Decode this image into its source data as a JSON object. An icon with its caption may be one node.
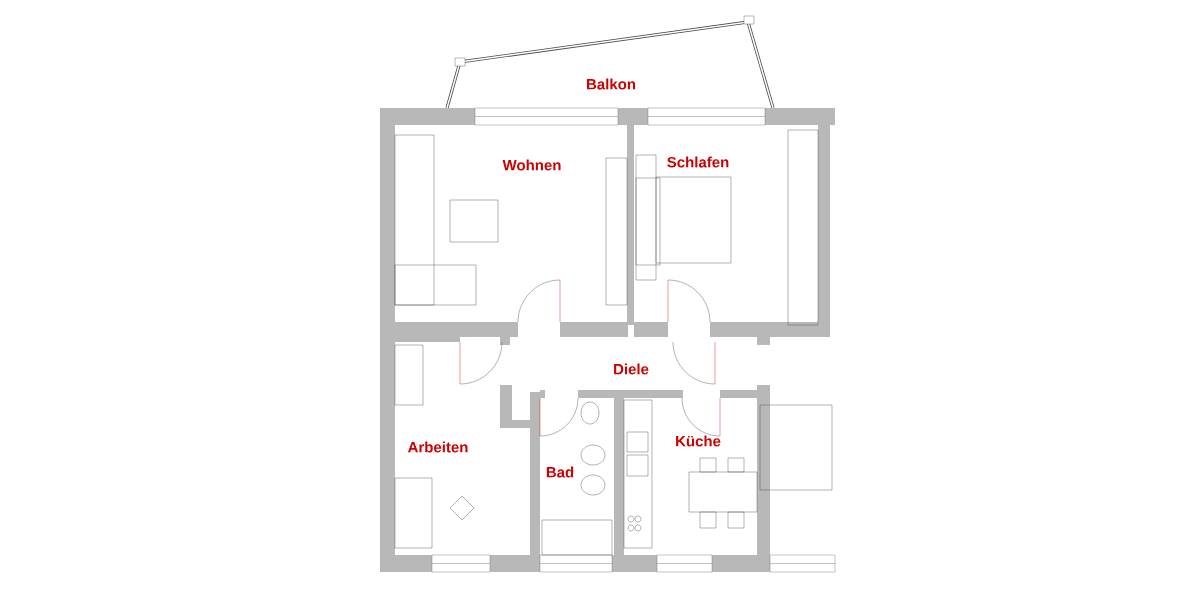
{
  "diagram": {
    "labels": [
      "Balkon",
      "Wohnen",
      "Schlafen",
      "Diele",
      "Arbeiten",
      "Bad",
      "Küche"
    ]
  }
}
